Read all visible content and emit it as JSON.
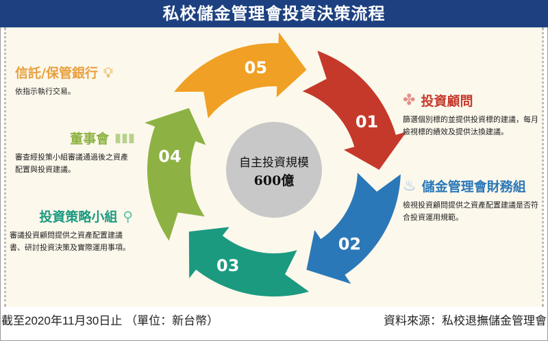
{
  "title": "私校儲金管理會投資決策流程",
  "center": {
    "line1": "自主投資規模",
    "line2": "600億"
  },
  "steps": [
    {
      "num": "01",
      "name": "投資顧問",
      "desc": "篩選個別標的並提供投資標的建議，每月檢視標的績效及提供汰換建議。",
      "color": "#c5392b",
      "icon": "puzzle-icon"
    },
    {
      "num": "02",
      "name": "儲金管理會財務組",
      "desc": "檢視投資顧問提供之資產配置建議是否符合投資運用規範。",
      "color": "#2b78b8",
      "icon": "flame-icon"
    },
    {
      "num": "03",
      "name": "投資策略小組",
      "desc": "審議投資顧問提供之資產配置建議書、研討投資決策及實際運用事項。",
      "color": "#1b9a80",
      "icon": "magnifier-icon"
    },
    {
      "num": "04",
      "name": "董事會",
      "desc": "審查經投策小組審議通過後之資產配置與投資建議。",
      "color": "#8db243",
      "icon": "bar-chart-icon"
    },
    {
      "num": "05",
      "name": "信託/保管銀行",
      "desc": "依指示執行交易。",
      "color": "#f0a024",
      "icon": "lightbulb-icon"
    }
  ],
  "footer": {
    "left": "截至2020年11月30日止 （單位：新台幣）",
    "right": "資料來源：私校退撫儲金管理會"
  }
}
